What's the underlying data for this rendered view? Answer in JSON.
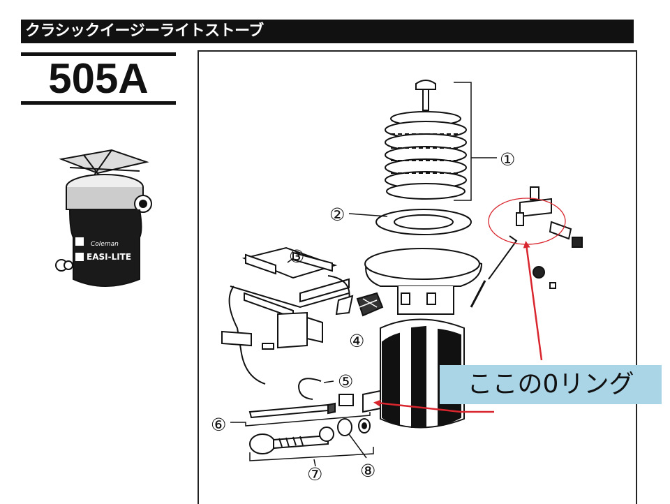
{
  "header": {
    "title": "クラシックイージーライトストーブ"
  },
  "model": {
    "number": "505A"
  },
  "stove_label": {
    "brand": "Coleman",
    "name": "EASI-LITE"
  },
  "parts": [
    {
      "label": "①"
    },
    {
      "label": "②"
    },
    {
      "label": "③"
    },
    {
      "label": "④"
    },
    {
      "label": "⑤"
    },
    {
      "label": "⑥"
    },
    {
      "label": "⑦"
    },
    {
      "label": "⑧"
    }
  ],
  "annotation": {
    "text": "ここの0リング",
    "color": "#d9262e",
    "box_color": "#a9d5e7"
  }
}
